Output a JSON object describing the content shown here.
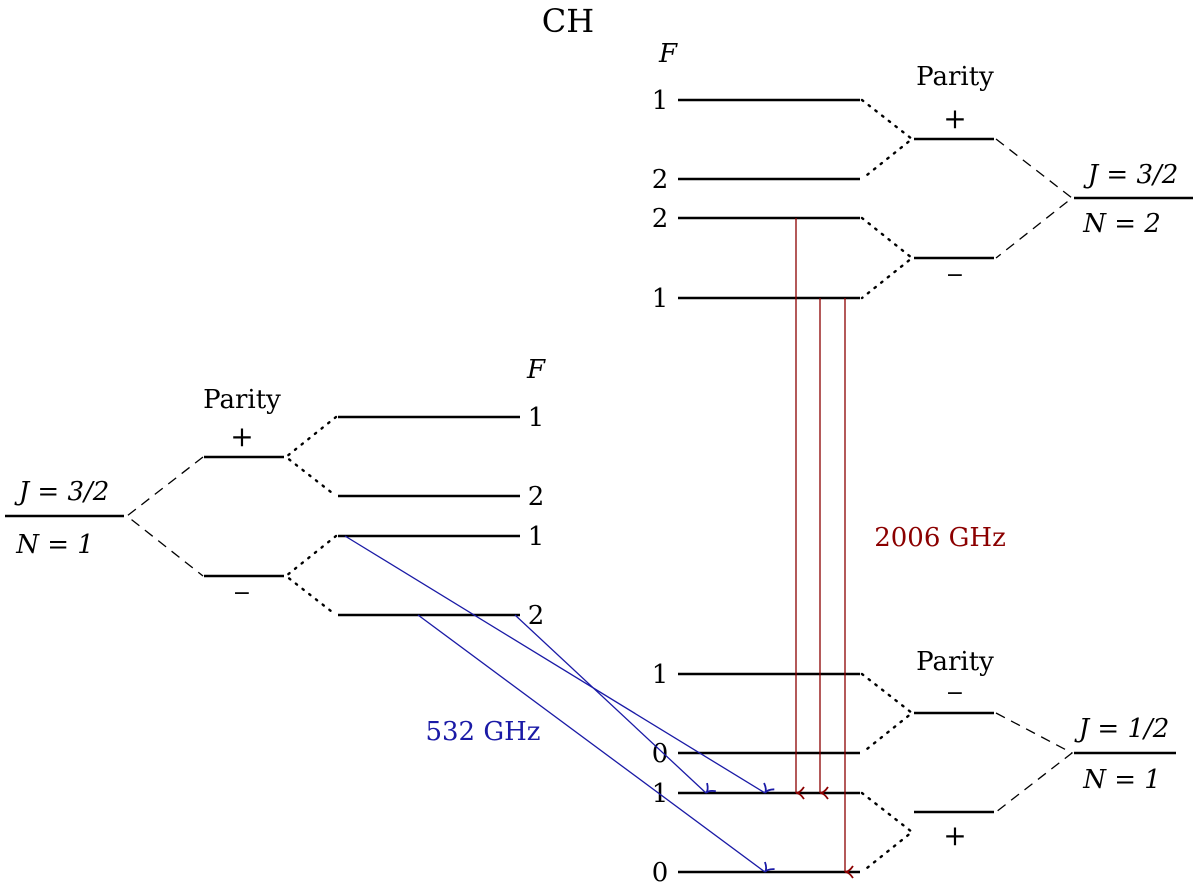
{
  "title": "CH",
  "colors": {
    "blue_transition": "#1a1aa6",
    "red_transition": "#8b0000",
    "levels": "#000000"
  },
  "states": {
    "upper_right": {
      "J": "J = 3/2",
      "N": "N = 2",
      "parity_header": "Parity",
      "parity_top": "+",
      "parity_bottom": "−",
      "F_header": "F",
      "F_labels": [
        "1",
        "2",
        "2",
        "1"
      ]
    },
    "middle_left": {
      "J": "J = 3/2",
      "N": "N = 1",
      "parity_header": "Parity",
      "parity_top": "+",
      "parity_bottom": "−",
      "F_header": "F",
      "F_labels": [
        "1",
        "2",
        "1",
        "2"
      ]
    },
    "lower_right": {
      "J": "J = 1/2",
      "N": "N = 1",
      "parity_header": "Parity",
      "parity_top": "−",
      "parity_bottom": "+",
      "F_labels": [
        "1",
        "0",
        "1",
        "0"
      ]
    }
  },
  "transitions": {
    "blue_label": "532 GHz",
    "red_label": "2006 GHz",
    "blue": [
      {
        "from": "J=3/2,N=1,−,F=1",
        "to": "J=1/2,N=1,+,F=1"
      },
      {
        "from": "J=3/2,N=1,−,F=2",
        "to": "J=1/2,N=1,+,F=0"
      },
      {
        "from": "J=3/2,N=1,−,F=2",
        "to": "J=1/2,N=1,+,F=1"
      }
    ],
    "red": [
      {
        "from": "J=3/2,N=2,−,F=2",
        "to": "J=1/2,N=1,+,F=1"
      },
      {
        "from": "J=3/2,N=2,−,F=1",
        "to": "J=1/2,N=1,+,F=1"
      },
      {
        "from": "J=3/2,N=2,−,F=1",
        "to": "J=1/2,N=1,+,F=0"
      }
    ]
  }
}
